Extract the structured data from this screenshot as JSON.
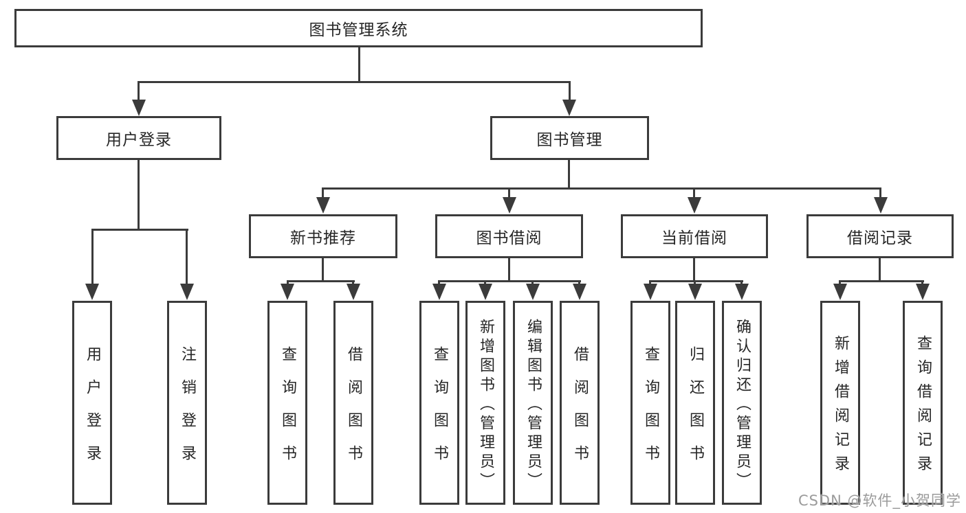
{
  "diagram": {
    "root": "图书管理系统",
    "level2": [
      "用户登录",
      "图书管理"
    ],
    "level3": [
      "新书推荐",
      "图书借阅",
      "当前借阅",
      "借阅记录"
    ],
    "leaves_user_login": [
      "用户登录",
      "注销登录"
    ],
    "leaves_new_book": [
      "查询图书",
      "借阅图书"
    ],
    "leaves_book_borrow": [
      "查询图书",
      "新增图书（管理员）",
      "编辑图书（管理员）",
      "借阅图书"
    ],
    "leaves_current_borrow": [
      "查询图书",
      "归还图书",
      "确认归还（管理员）"
    ],
    "leaves_borrow_records": [
      "新增借阅记录",
      "查询借阅记录"
    ]
  },
  "watermark": "CSDN @软件_小贺同学",
  "colors": {
    "line": "#3b3b3b",
    "text": "#262626",
    "node_fill": "#ffffff",
    "watermark_text": "#9b9b9b",
    "background": "#ffffff"
  }
}
